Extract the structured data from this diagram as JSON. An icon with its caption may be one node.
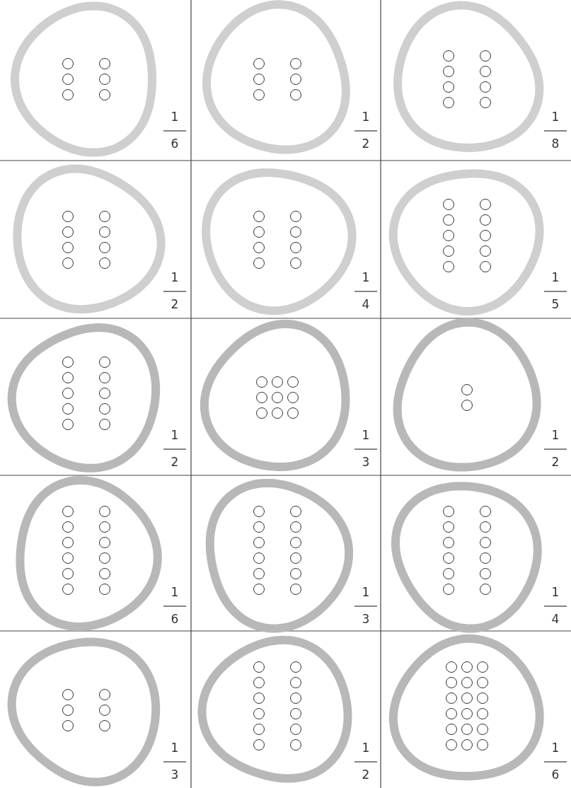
{
  "diagram": {
    "nodes": [
      {
        "text": [],
        "shape": "circle",
        "beside": [
          "1",
          "6"
        ]
      },
      {
        "text": [],
        "shape": "circle",
        "beside": [
          "1",
          "2"
        ]
      },
      {
        "text": [],
        "shape": "circle",
        "beside": [
          "1",
          "8"
        ]
      },
      {
        "text": [],
        "shape": "circle",
        "beside": [
          "1",
          "2"
        ]
      },
      {
        "text": [],
        "shape": "circle",
        "beside": [
          "1",
          "4"
        ]
      },
      {
        "text": [],
        "shape": "circle",
        "beside": [
          "1",
          "5"
        ]
      },
      {
        "text": [],
        "shape": "circle",
        "beside": [
          "1",
          "2"
        ]
      },
      {
        "text": [],
        "shape": "circle",
        "beside": [
          "1",
          "3"
        ]
      },
      {
        "text": [],
        "shape": "circle",
        "beside": [
          "1",
          "2"
        ]
      },
      {
        "text": [],
        "shape": "circle",
        "beside": [
          "1",
          "6"
        ]
      },
      {
        "text": [],
        "shape": "circle",
        "beside": [
          "1",
          "3"
        ]
      },
      {
        "text": [],
        "shape": "circle",
        "beside": [
          "1",
          "4"
        ]
      },
      {
        "text": [],
        "shape": "circle",
        "beside": [
          "1",
          "3"
        ]
      },
      {
        "text": [],
        "shape": "circle",
        "beside": [
          "1",
          "2"
        ]
      },
      {
        "text": [],
        "shape": "circle",
        "beside": [
          "1",
          "6"
        ]
      }
    ]
  }
}
